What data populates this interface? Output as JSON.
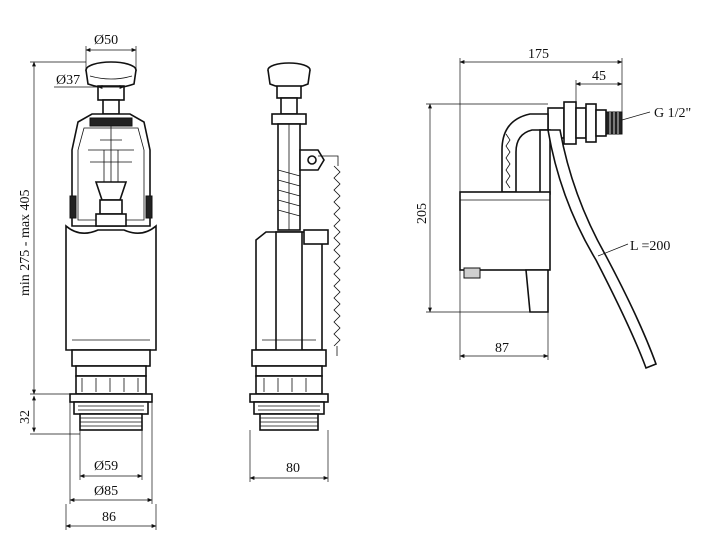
{
  "dimensions": {
    "cap_diameter": "Ø50",
    "button_diameter": "Ø37",
    "height_range": "min 275 - max 405",
    "base_height": "32",
    "thread_diameter": "Ø59",
    "flange_diameter": "Ø85",
    "base_width": "86",
    "side_width": "80",
    "valve_length": "175",
    "inlet_length": "45",
    "thread_size": "G 1/2\"",
    "valve_height": "205",
    "hose_length": "L =200",
    "float_width": "87"
  }
}
